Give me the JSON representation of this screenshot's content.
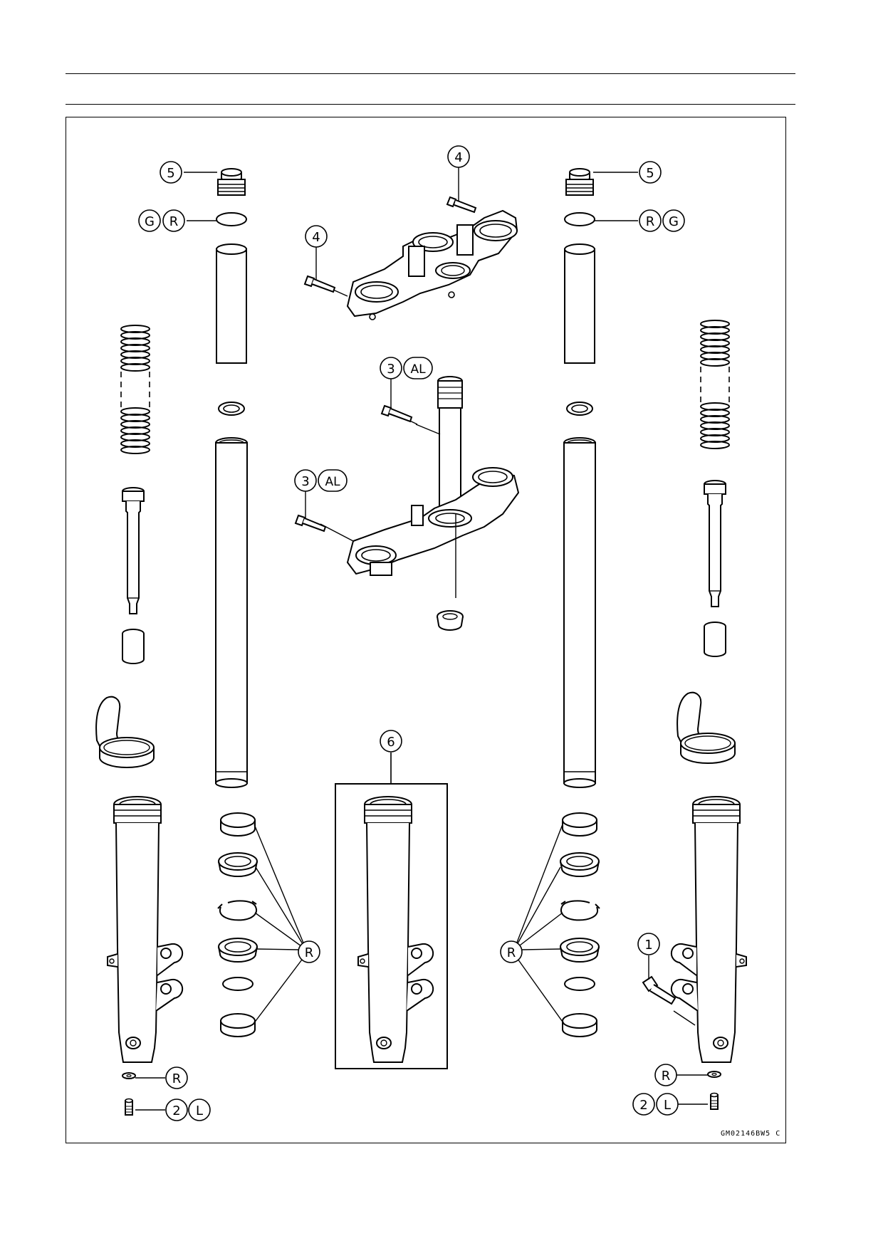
{
  "figure_code": "GM02146BW5 C",
  "callouts": {
    "n1": "1",
    "n2": "2",
    "n3": "3",
    "n4": "4",
    "n5": "5",
    "n6": "6",
    "R": "R",
    "G": "G",
    "L": "L",
    "AL": "AL"
  }
}
